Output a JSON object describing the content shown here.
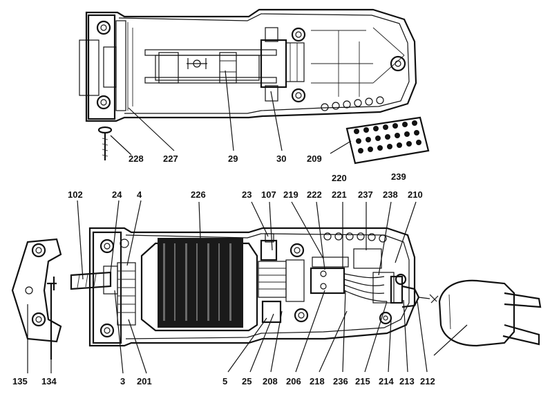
{
  "labels": [
    {
      "id": "228",
      "text": "228"
    },
    {
      "id": "227",
      "text": "227"
    },
    {
      "id": "29",
      "text": "29"
    },
    {
      "id": "30",
      "text": "30"
    },
    {
      "id": "209",
      "text": "209"
    },
    {
      "id": "220",
      "text": "220"
    },
    {
      "id": "239",
      "text": "239"
    },
    {
      "id": "102",
      "text": "102"
    },
    {
      "id": "24",
      "text": "24"
    },
    {
      "id": "4",
      "text": "4"
    },
    {
      "id": "226",
      "text": "226"
    },
    {
      "id": "23",
      "text": "23"
    },
    {
      "id": "107",
      "text": "107"
    },
    {
      "id": "219",
      "text": "219"
    },
    {
      "id": "222",
      "text": "222"
    },
    {
      "id": "221",
      "text": "221"
    },
    {
      "id": "237",
      "text": "237"
    },
    {
      "id": "238",
      "text": "238"
    },
    {
      "id": "210",
      "text": "210"
    },
    {
      "id": "135",
      "text": "135"
    },
    {
      "id": "134",
      "text": "134"
    },
    {
      "id": "3",
      "text": "3"
    },
    {
      "id": "201",
      "text": "201"
    },
    {
      "id": "5",
      "text": "5"
    },
    {
      "id": "25",
      "text": "25"
    },
    {
      "id": "208",
      "text": "208"
    },
    {
      "id": "206",
      "text": "206"
    },
    {
      "id": "218",
      "text": "218"
    },
    {
      "id": "236",
      "text": "236"
    },
    {
      "id": "215",
      "text": "215"
    },
    {
      "id": "214",
      "text": "214"
    },
    {
      "id": "213",
      "text": "213"
    },
    {
      "id": "212",
      "text": "212"
    }
  ]
}
